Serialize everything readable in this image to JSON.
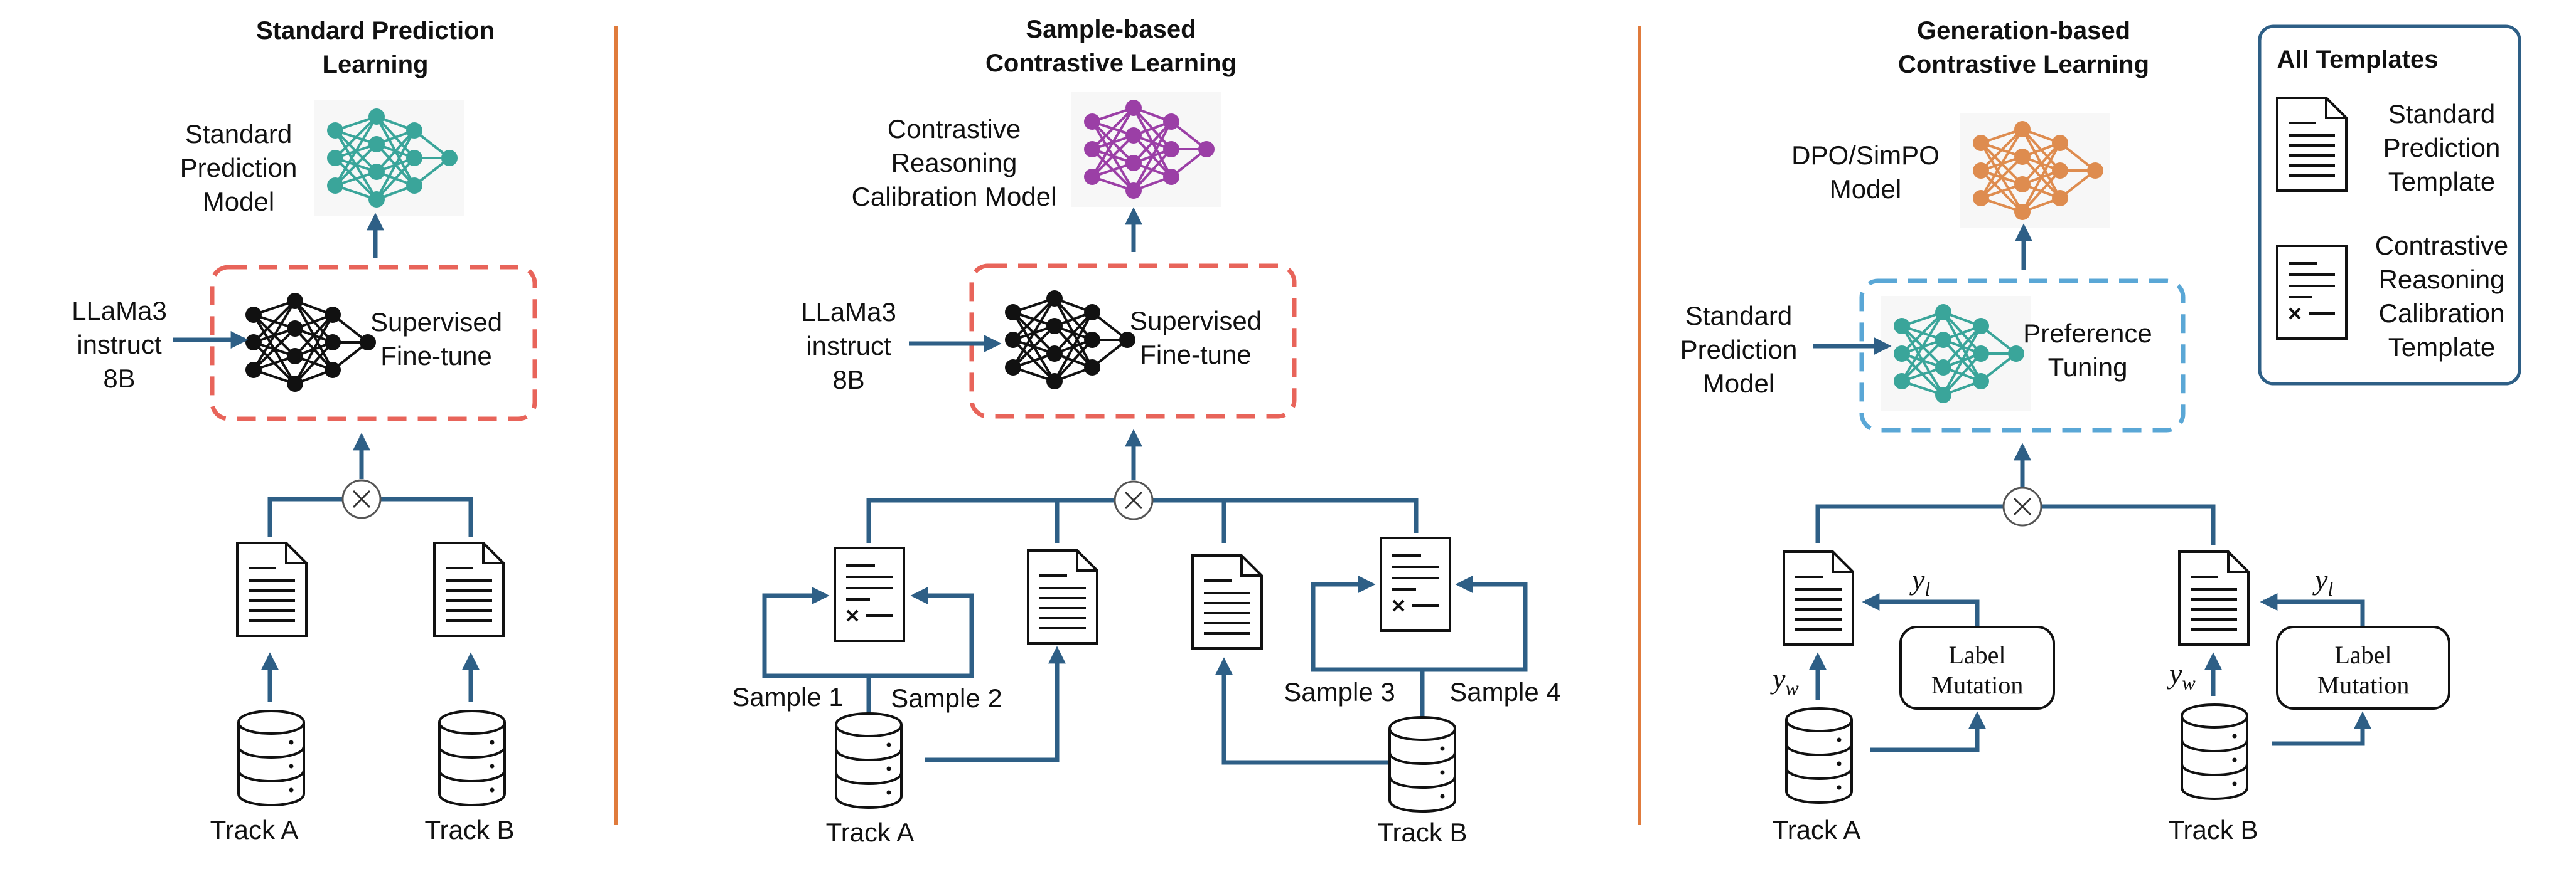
{
  "panel1": {
    "title_line1": "Standard Prediction",
    "title_line2": "Learning",
    "model_line1": "Standard",
    "model_line2": "Prediction",
    "model_line3": "Model",
    "input_line1": "LLaMa3",
    "input_line2": "instruct",
    "input_line3": "8B",
    "box_line1": "Supervised",
    "box_line2": "Fine-tune",
    "track_a": "Track A",
    "track_b": "Track B"
  },
  "panel2": {
    "title_line1": "Sample-based",
    "title_line2": "Contrastive Learning",
    "model_line1": "Contrastive",
    "model_line2": "Reasoning",
    "model_line3": "Calibration Model",
    "input_line1": "LLaMa3",
    "input_line2": "instruct",
    "input_line3": "8B",
    "box_line1": "Supervised",
    "box_line2": "Fine-tune",
    "sample1": "Sample 1",
    "sample2": "Sample 2",
    "sample3": "Sample 3",
    "sample4": "Sample 4",
    "track_a": "Track A",
    "track_b": "Track B"
  },
  "panel3": {
    "title_line1": "Generation-based",
    "title_line2": "Contrastive Learning",
    "model_line1": "DPO/SimPO",
    "model_line2": "Model",
    "input_line1": "Standard",
    "input_line2": "Prediction",
    "input_line3": "Model",
    "box_line1": "Preference",
    "box_line2": "Tuning",
    "yl_base": "y",
    "yl_sub": "l",
    "yw_base": "y",
    "yw_sub": "w",
    "mutation_line1": "Label",
    "mutation_line2": "Mutation",
    "track_a": "Track A",
    "track_b": "Track B"
  },
  "legend": {
    "title": "All Templates",
    "item1_line1": "Standard",
    "item1_line2": "Prediction",
    "item1_line3": "Template",
    "item2_line1": "Contrastive",
    "item2_line2": "Reasoning",
    "item2_line3": "Calibration",
    "item2_line4": "Template"
  },
  "colors": {
    "flow": "#2e5f86",
    "separator": "#e07b3c",
    "sft_box": "#e8645a",
    "pref_box": "#5aa7d6",
    "teal_network": "#3aa59a",
    "purple_network": "#9b3fa6",
    "orange_network": "#de8c4f",
    "legend_border": "#2e5f86"
  },
  "icons": [
    "neural-network-icon",
    "document-icon",
    "contrastive-document-icon",
    "database-icon",
    "combine-circle-x-icon"
  ]
}
